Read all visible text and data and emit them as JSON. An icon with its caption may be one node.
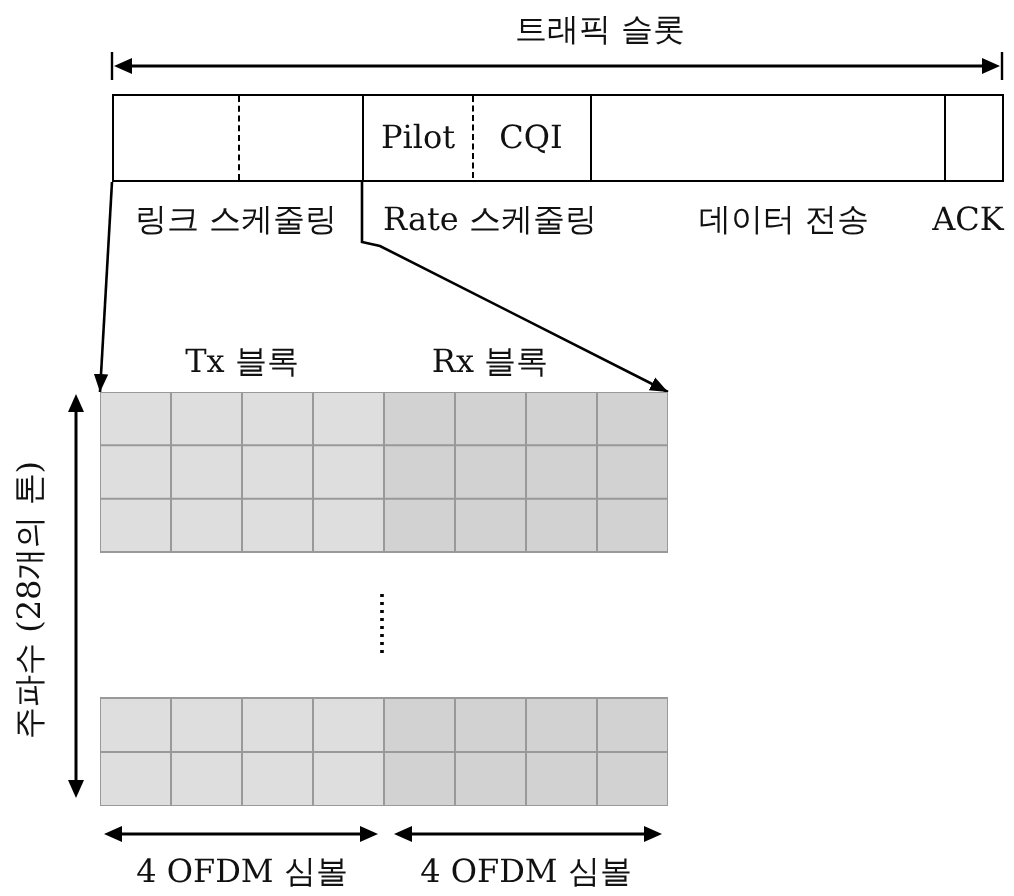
{
  "diagram": {
    "title": "트래픽 슬롯",
    "nodes": [
      {
        "text": [],
        "shape": "box",
        "beside": [
          "링크 스케줄링"
        ]
      },
      {
        "text": [],
        "shape": "box",
        "beside": [
          "Rate 스케줄링"
        ]
      },
      {
        "text": [
          "Pilot"
        ],
        "in": 1
      },
      {
        "text": [
          "CQI"
        ],
        "in": 1
      },
      {
        "text": [],
        "shape": "box",
        "beside": [
          "데이터 전송"
        ]
      },
      {
        "text": [],
        "shape": "box",
        "beside": [
          "ACK"
        ]
      },
      {
        "text": [
          "Tx 블록"
        ]
      },
      {
        "text": [
          "Rx 블록"
        ]
      }
    ],
    "edges": [
      {
        "from": 0,
        "to": 6,
        "arrow": "to"
      },
      {
        "from": 1,
        "to": 7,
        "arrow": "to"
      }
    ],
    "labels": [
      "주파수 (28개의 톤)",
      "4 OFDM 심볼",
      "4 OFDM 심볼"
    ]
  }
}
